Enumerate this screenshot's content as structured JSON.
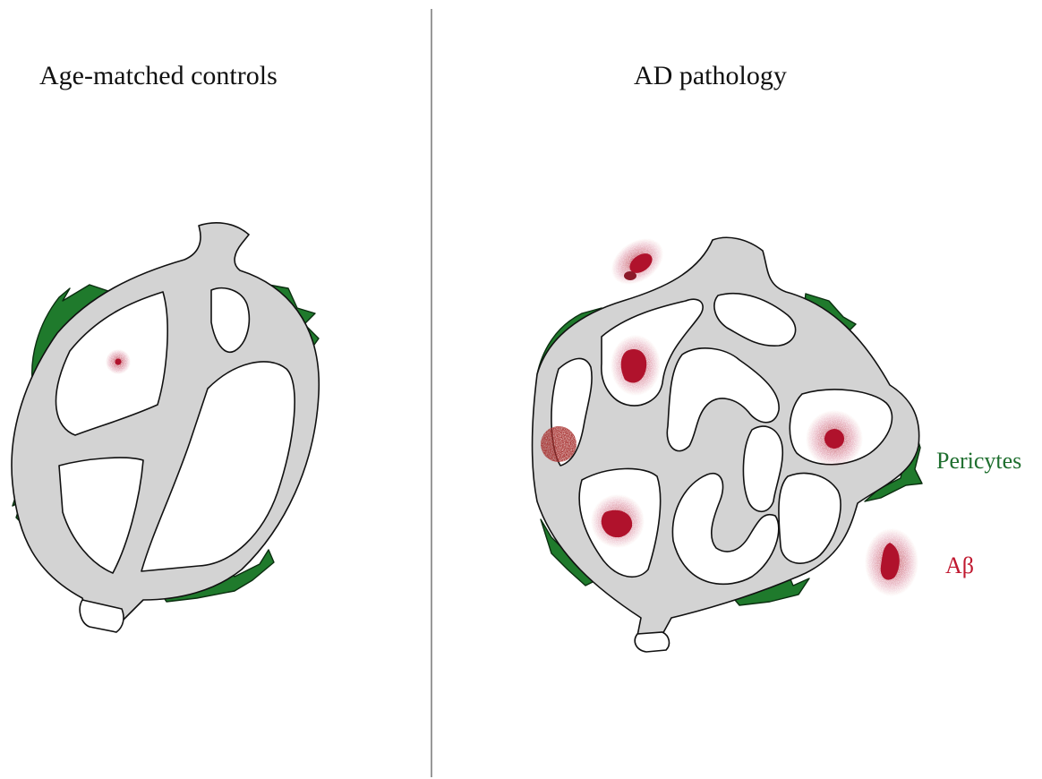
{
  "panels": {
    "left_title": "Age-matched controls",
    "right_title": "AD pathology"
  },
  "legend": {
    "pericytes_label": "Pericytes",
    "abeta_label": "Aβ"
  },
  "colors": {
    "vessel": "#d3d3d3",
    "pericyte": "#1f7a2c",
    "abeta": "#b0122c",
    "pericytes_text": "#1f6f2f",
    "abeta_text": "#c0182f",
    "divider": "#555555"
  }
}
